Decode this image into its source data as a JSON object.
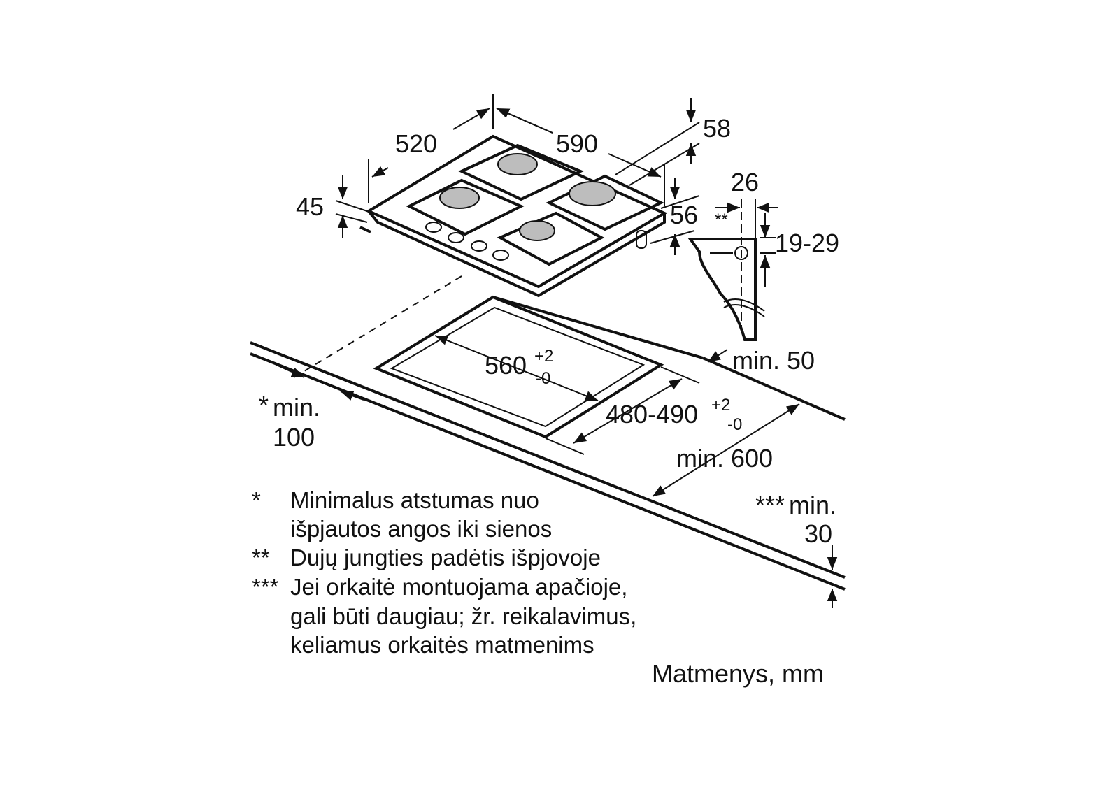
{
  "dimensions": {
    "depth": "520",
    "width": "590",
    "rear_offset": "58",
    "height": "45",
    "side_offset": "56",
    "gas_width": "26",
    "gas_marker": "**",
    "gas_height": "19-29",
    "min_back": "min. 50",
    "cutout_width": "560",
    "cutout_width_tol_plus": "+2",
    "cutout_width_tol_minus": "-0",
    "cutout_depth": "480-490",
    "cutout_depth_tol_plus": "+2",
    "cutout_depth_tol_minus": "-0",
    "min_wall_marker": "*",
    "min_wall_label": "min.",
    "min_wall_value": "100",
    "min_side": "min. 600",
    "min_below_marker": "***",
    "min_below_label": "min.",
    "min_below_value": "30"
  },
  "notes": [
    {
      "marker": "*",
      "lines": [
        "Minimalus atstumas nuo",
        "išpjautos angos iki sienos"
      ]
    },
    {
      "marker": "**",
      "lines": [
        "Dujų jungties padėtis išpjovoje"
      ]
    },
    {
      "marker": "***",
      "lines": [
        "Jei orkaitė montuojama apačioje,",
        "gali būti daugiau; žr. reikalavimus,",
        "keliamus orkaitės matmenims"
      ]
    }
  ],
  "units_caption": "Matmenys, mm"
}
